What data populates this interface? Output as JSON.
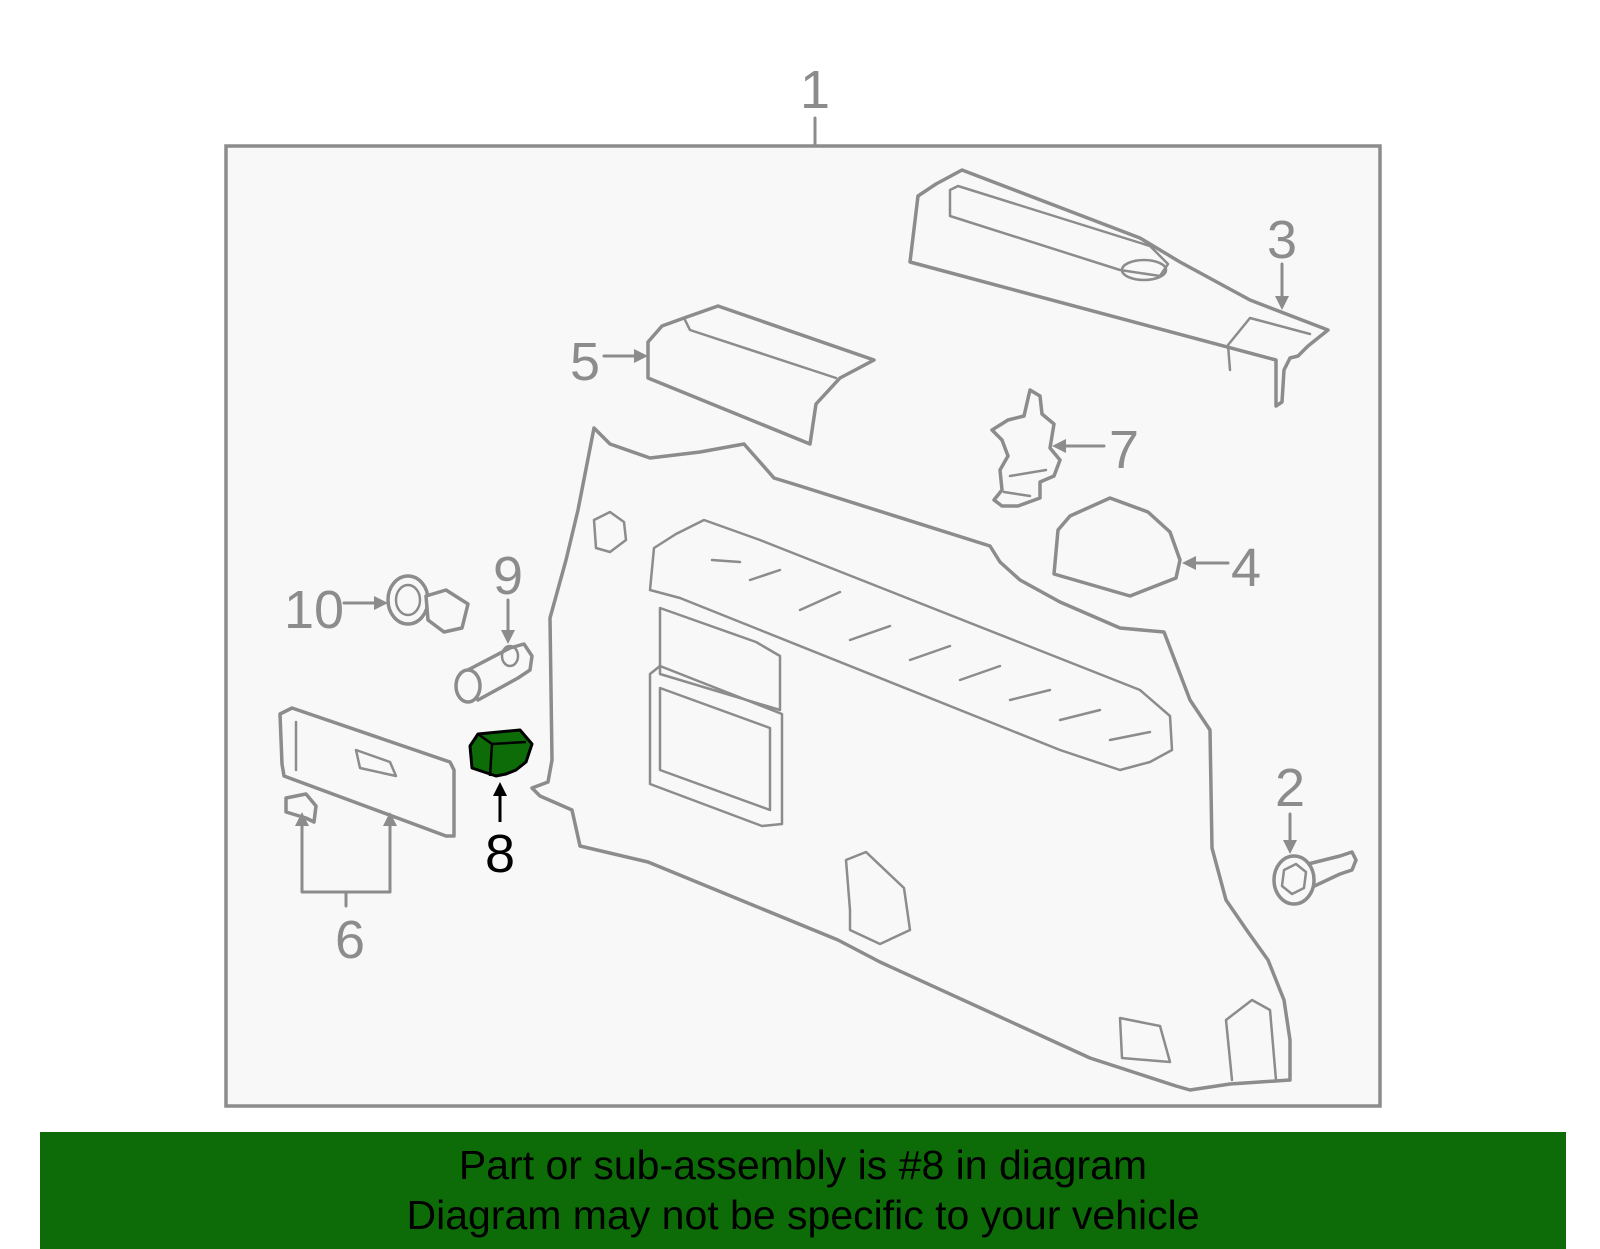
{
  "labels": {
    "p1": "1",
    "p2": "2",
    "p3": "3",
    "p4": "4",
    "p5": "5",
    "p6": "6",
    "p7": "7",
    "p8": "8",
    "p9": "9",
    "p10": "10"
  },
  "highlight": {
    "part": "8",
    "fill_color": "#0d6c08",
    "stroke_color": "#000000"
  },
  "colors": {
    "line": "#8c8c8c",
    "frame_fill": "#f8f8f8",
    "banner_bg": "#0d6c08"
  },
  "banner": {
    "line1": "Part or sub-assembly is #8 in diagram",
    "line2": "Diagram may not be specific to your vehicle"
  }
}
